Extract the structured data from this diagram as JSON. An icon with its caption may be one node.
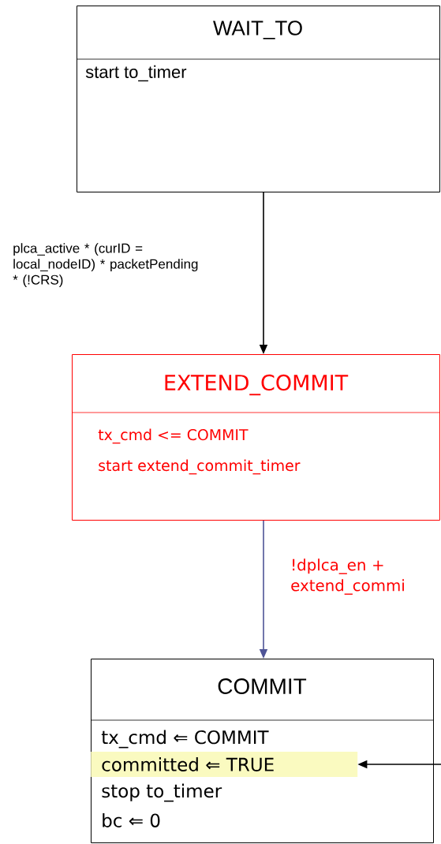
{
  "diagram": {
    "nodes": [
      {
        "text": [
          "WAIT_TO",
          "start to_timer"
        ]
      },
      {
        "text": [
          "EXTEND_COMMIT",
          "tx_cmd <= COMMIT",
          "start extend_commit_timer"
        ]
      },
      {
        "text": [
          "COMMIT",
          "tx_cmd ⇐ COMMIT",
          "stop to_timer",
          "bc ⇐ 0"
        ]
      },
      {
        "text": [
          "committed ⇐ TRUE"
        ],
        "in": 2
      }
    ],
    "edges": [
      {
        "from": 0,
        "to": 1,
        "arrow": "to",
        "label": "plca_active * (curID = local_nodeID) * packetPending * (!CRS)"
      },
      {
        "from": 1,
        "to": 2,
        "arrow": "to",
        "label": "!dplca_en + extend_commi",
        "color": "#4f5597"
      },
      {
        "from": null,
        "to": 3,
        "arrow": "to"
      }
    ]
  }
}
